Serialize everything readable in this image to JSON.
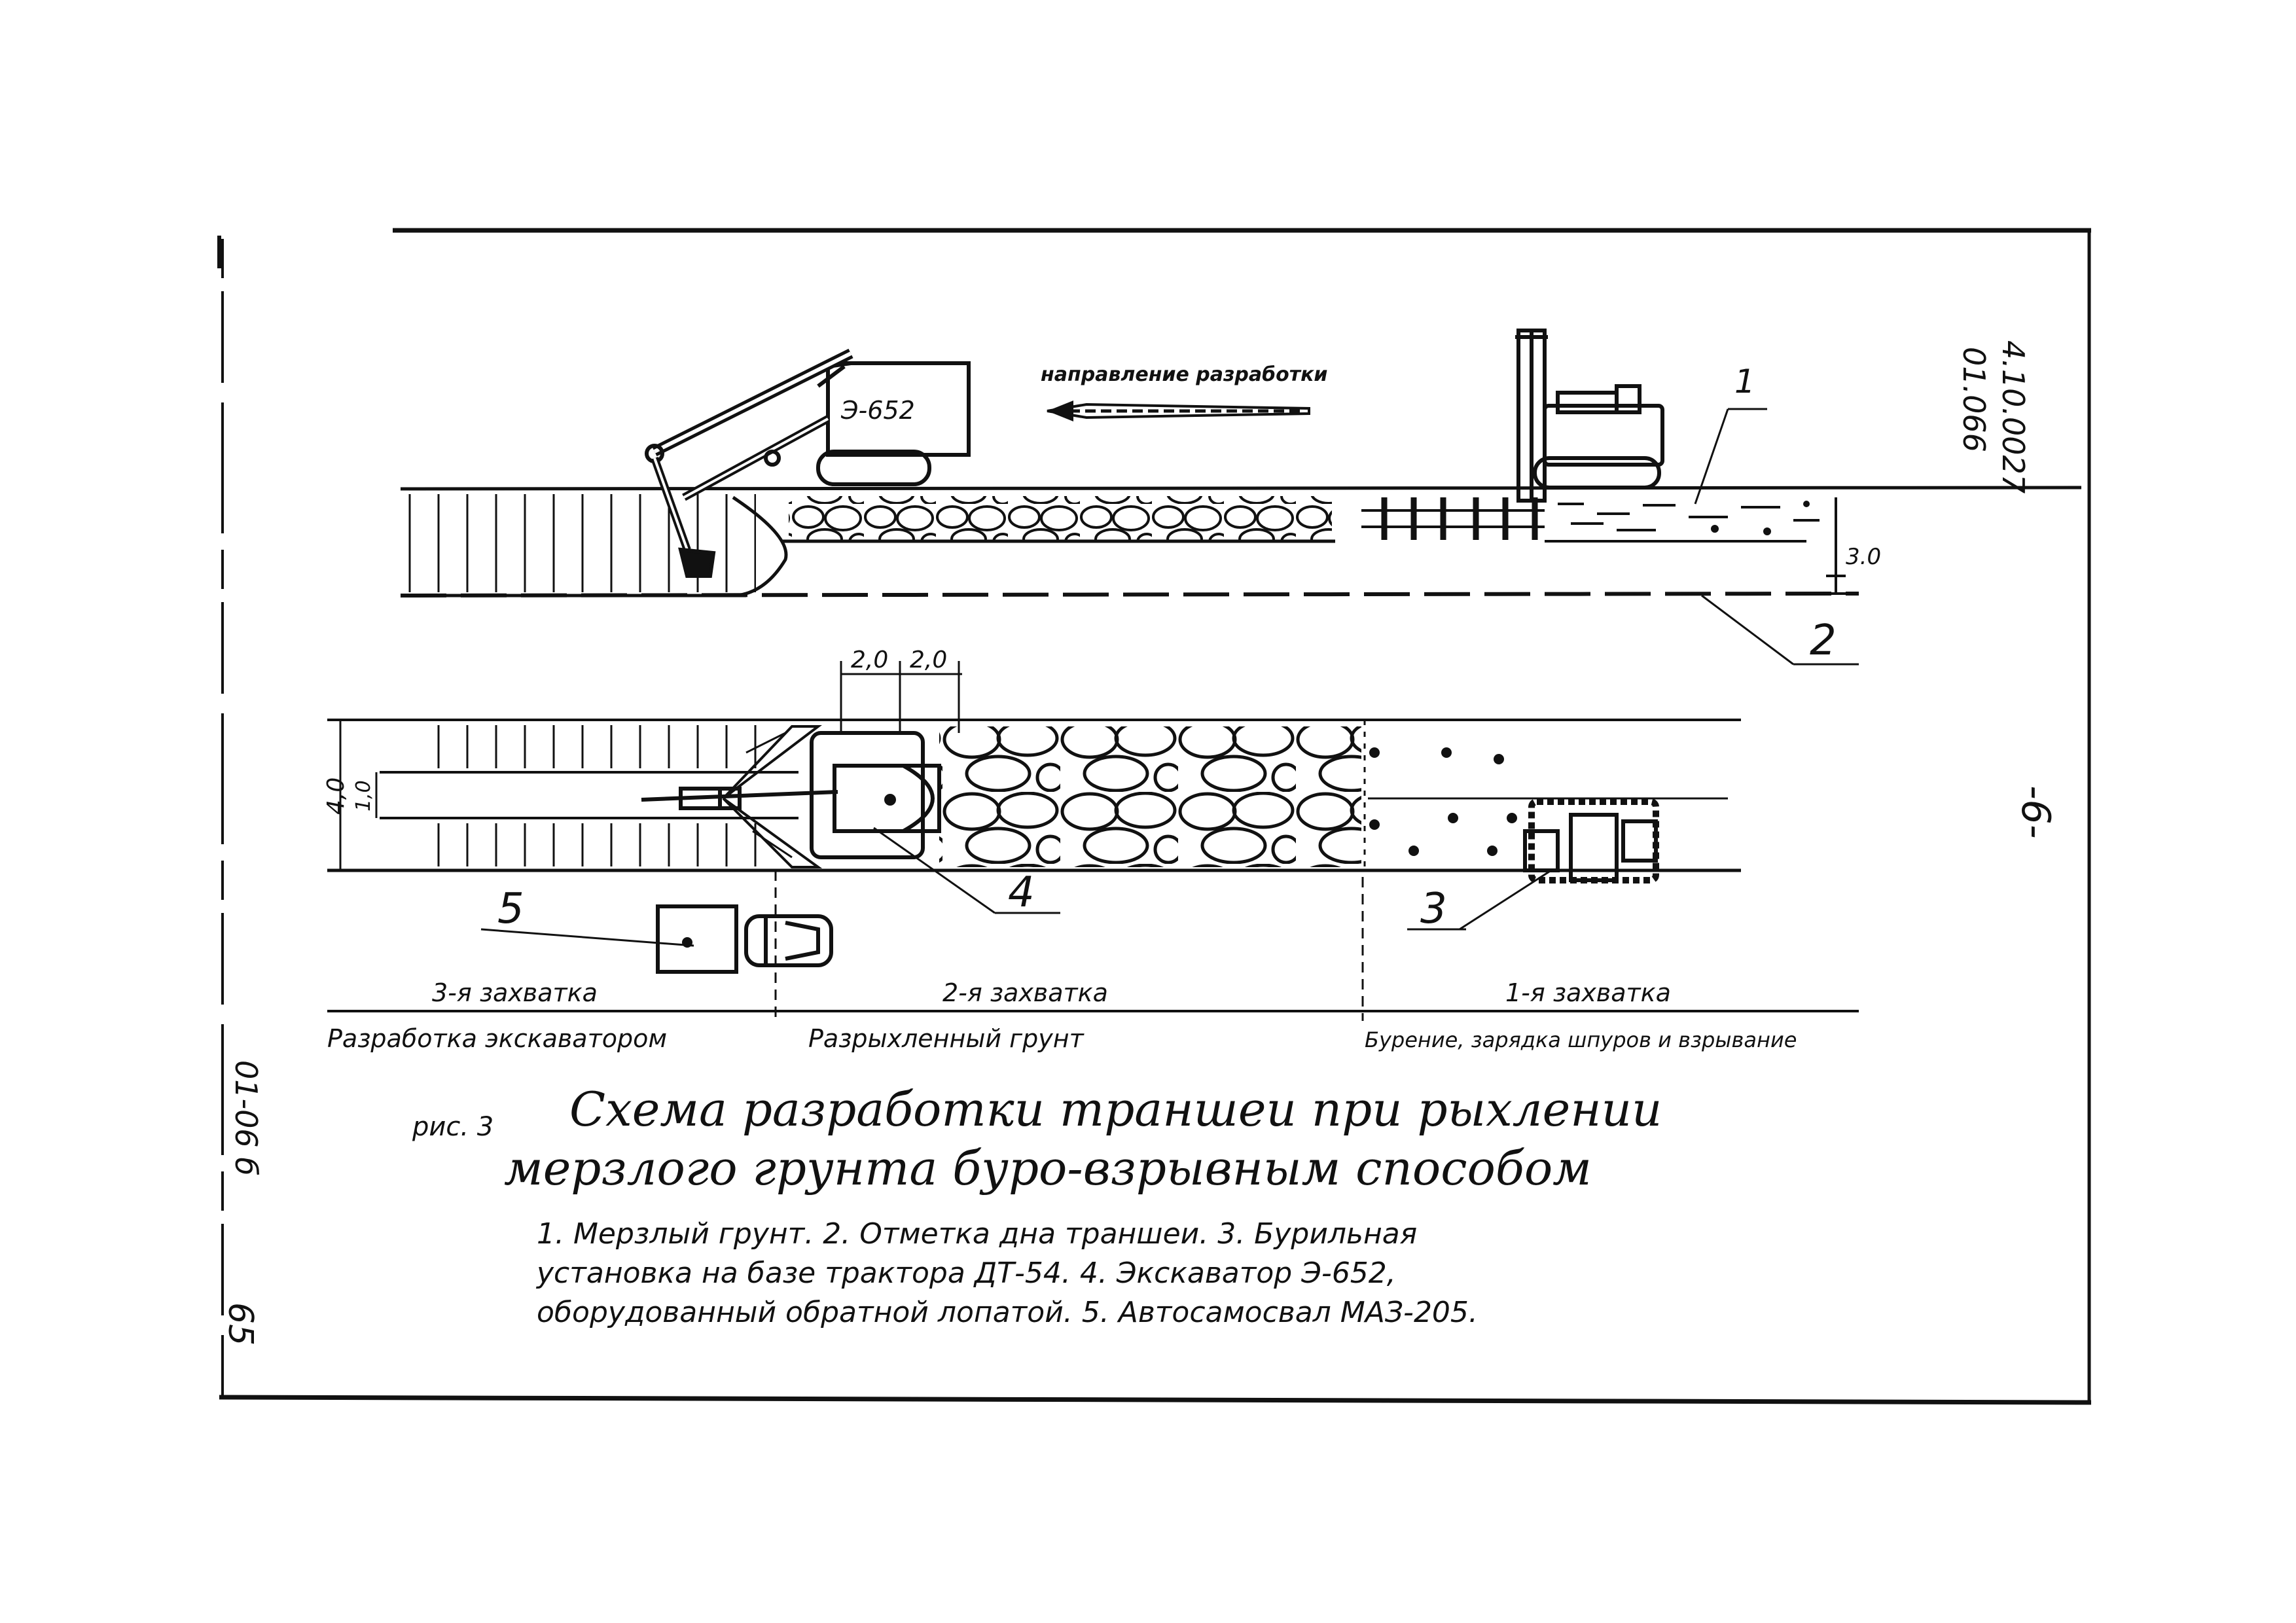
{
  "excavator_plate": "Э-652",
  "direction_label": "направление разработки",
  "doc_code_top": "4.10.0027",
  "doc_code_top2": "01.066",
  "page_number": "-6-",
  "left_code": "01-06 б",
  "left_page": "65",
  "callouts": {
    "frozen_ground": "1",
    "trench_bottom": "2",
    "drill_rig": "3",
    "excavator": "4",
    "dump_truck": "5"
  },
  "depth_dim": "3.0",
  "spacing_dims": [
    "2,0",
    "2,0"
  ],
  "width_dims": [
    "4,0",
    "1,0"
  ],
  "zones": [
    {
      "title": "3-я захватка",
      "desc": "Разработка экскаватором"
    },
    {
      "title": "2-я захватка",
      "desc": "Разрыхленный грунт"
    },
    {
      "title": "1-я захватка",
      "desc": "Бурение, зарядка шпуров и взрывание"
    }
  ],
  "figure": {
    "number": "рис. 3",
    "title_line1": "Схема разработки траншеи при рыхлении",
    "title_line2": "мерзлого грунта буро-взрывным способом"
  },
  "legend": {
    "line1": "1. Мерзлый грунт. 2. Отметка дна траншеи. 3. Бурильная",
    "line2": "установка на базе трактора ДТ-54. 4. Экскаватор Э-652,",
    "line3": "оборудованный обратной лопатой. 5. Автосамосвал МАЗ-205."
  }
}
